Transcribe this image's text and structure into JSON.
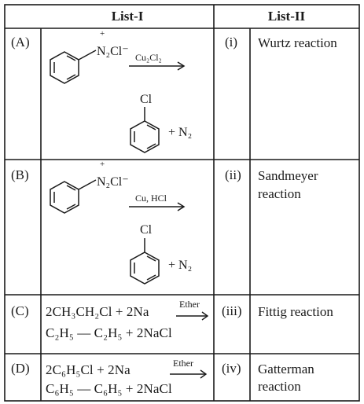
{
  "headers": {
    "list1": "List-I",
    "list2": "List-II"
  },
  "rows": [
    {
      "letter": "(A)",
      "reactant": "N₂Cl⁻",
      "charge": "+",
      "reagent": "Cu₂Cl₂",
      "product_substituent": "Cl",
      "byproduct": "+ N₂",
      "numeral": "(i)",
      "name": "Wurtz reaction"
    },
    {
      "letter": "(B)",
      "reactant": "N₂Cl⁻",
      "charge": "+",
      "reagent": "Cu, HCl",
      "product_substituent": "Cl",
      "byproduct": "+ N₂",
      "numeral": "(ii)",
      "name_line1": "Sandmeyer",
      "name_line2": "reaction"
    },
    {
      "letter": "(C)",
      "eq_line1": "2CH₃CH₂Cl + 2Na",
      "condition": "Ether",
      "eq_line2": "C₂H₅ — C₂H₅ + 2NaCl",
      "numeral": "(iii)",
      "name": "Fittig reaction"
    },
    {
      "letter": "(D)",
      "eq_line1": "2C₆H₅Cl  +  2Na",
      "condition": "Ether",
      "eq_line2": "C₆H₅ — C₆H₅ + 2NaCl",
      "numeral": "(iv)",
      "name_line1": "Gatterman",
      "name_line2": "reaction"
    }
  ]
}
